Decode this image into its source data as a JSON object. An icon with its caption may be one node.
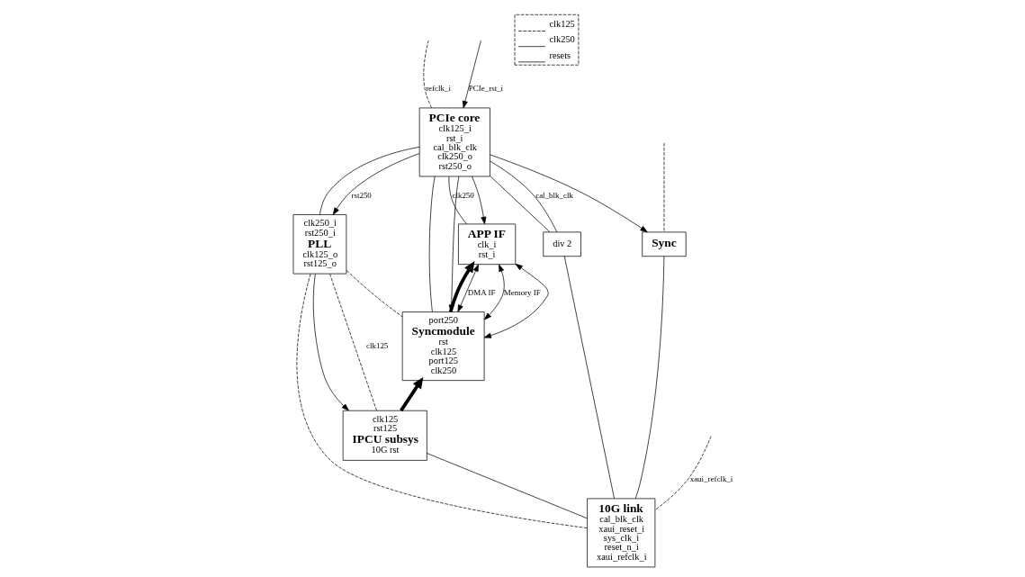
{
  "diagram": {
    "nodes": [
      {
        "text": [
          "PCIe core",
          "clk125_i",
          "rst_i",
          "cal_blk_clk",
          "clk250_o",
          "rst250_o"
        ]
      },
      {
        "text": [
          "APP IF",
          "clk_i",
          "rst_i"
        ]
      },
      {
        "text": [
          "clk250_i",
          "rst250_i",
          "PLL",
          "clk125_o",
          "rst125_o"
        ]
      },
      {
        "text": [
          "port250",
          "Syncmodule",
          "rst",
          "clk125",
          "port125",
          "clk250"
        ]
      },
      {
        "text": [
          "clk125",
          "rst125",
          "IPCU subsys",
          "10G rst"
        ]
      },
      {
        "text": [
          "div 2"
        ]
      },
      {
        "text": [
          "10G link",
          "cal_blk_clk",
          "xaui_reset_i",
          "sys_clk_i",
          "reset_n_i",
          "xaui_refclk_i"
        ]
      },
      {
        "text": [
          "Sync"
        ]
      }
    ],
    "edges": [
      {
        "from": null,
        "to": 0,
        "arrow": "none",
        "label": "refclk_i",
        "style": "dashed"
      },
      {
        "from": null,
        "to": 0,
        "arrow": "to",
        "label": "PCIe_rst_i"
      },
      {
        "from": 0,
        "to": 1,
        "arrow": "none",
        "label": "clk250"
      },
      {
        "from": 0,
        "to": 2,
        "arrow": "none"
      },
      {
        "from": 0,
        "to": 3,
        "arrow": "none"
      },
      {
        "from": 0,
        "to": 5,
        "arrow": "none"
      },
      {
        "from": 0,
        "to": 2,
        "arrow": "to",
        "label": "rst250"
      },
      {
        "from": 0,
        "to": 1,
        "arrow": "to"
      },
      {
        "from": 0,
        "to": 3,
        "arrow": "to"
      },
      {
        "from": 0,
        "to": 7,
        "arrow": "to"
      },
      {
        "from": 2,
        "to": 4,
        "arrow": "to"
      },
      {
        "from": 2,
        "to": 4,
        "arrow": "none",
        "label": "clk125",
        "style": "dashed"
      },
      {
        "from": 2,
        "to": 3,
        "arrow": "none",
        "style": "dashed"
      },
      {
        "from": 2,
        "to": 6,
        "arrow": "none",
        "style": "dashed"
      },
      {
        "from": 4,
        "to": 3,
        "arrow": "to",
        "style": "thick"
      },
      {
        "from": 4,
        "to": 6,
        "arrow": "none"
      },
      {
        "from": 3,
        "to": 1,
        "arrow": "to",
        "style": "thick"
      },
      {
        "from": 3,
        "to": 1,
        "arrow": "both",
        "label": "DMA IF"
      },
      {
        "from": 3,
        "to": 1,
        "arrow": "both",
        "label": "Memory IF"
      },
      {
        "from": 3,
        "to": 1,
        "arrow": "both"
      },
      {
        "from": 5,
        "to": 0,
        "arrow": "none",
        "label": "cal_blk_clk"
      },
      {
        "from": 5,
        "to": 6,
        "arrow": "none"
      },
      {
        "from": 7,
        "to": 6,
        "arrow": "none"
      },
      {
        "from": null,
        "to": 6,
        "arrow": "none",
        "label": "xaui_refclk_i",
        "style": "dashed"
      },
      {
        "from": null,
        "to": 7,
        "arrow": "none",
        "style": "dashed"
      }
    ],
    "legend": [
      {
        "text": "clk125"
      },
      {
        "text": "clk250"
      },
      {
        "text": "resets"
      }
    ]
  }
}
